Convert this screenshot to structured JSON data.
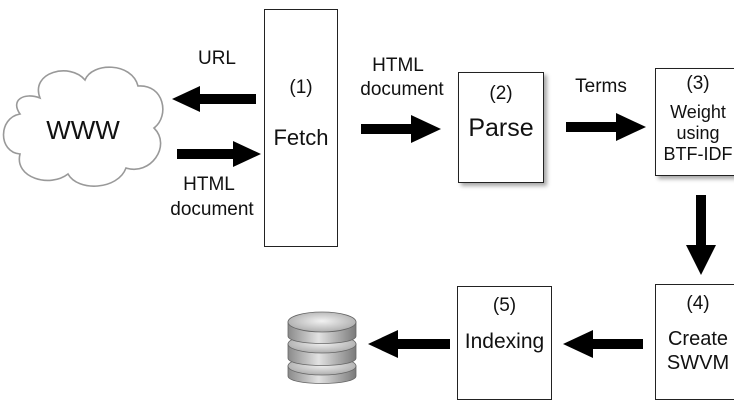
{
  "cloud": {
    "label": "WWW"
  },
  "steps": [
    {
      "number": "(1)",
      "title": "Fetch"
    },
    {
      "number": "(2)",
      "title": "Parse"
    },
    {
      "number": "(3)",
      "title_lines": [
        "Weight",
        "using",
        "BTF-IDF"
      ]
    },
    {
      "number": "(4)",
      "title_lines": [
        "Create",
        "SWVM"
      ]
    },
    {
      "number": "(5)",
      "title": "Indexing"
    }
  ],
  "edges": {
    "url_label": "URL",
    "html_doc_in": [
      "HTML",
      "document"
    ],
    "html_doc_out": [
      "HTML",
      "document"
    ],
    "terms_label": "Terms"
  },
  "database": {
    "icon": "database-icon"
  },
  "colors": {
    "line": "#000000",
    "box_border": "#222222"
  }
}
